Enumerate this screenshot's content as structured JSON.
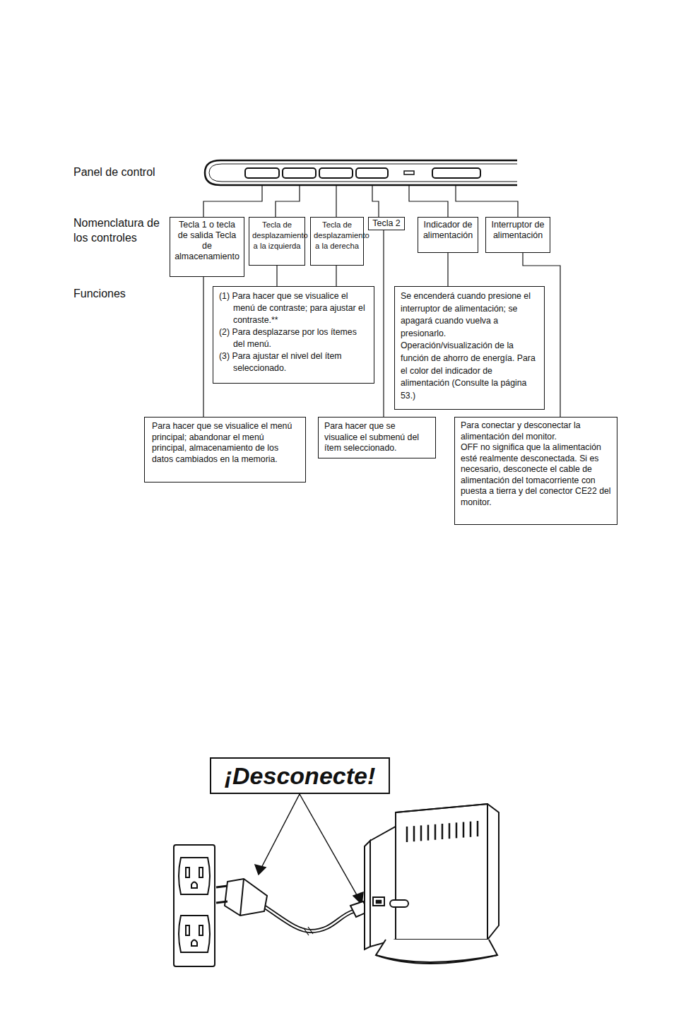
{
  "diagram": {
    "nodes": [
      {
        "text": [
          "Tecla 1 o tecla de salida Tecla de almacenamiento"
        ]
      },
      {
        "text": [
          "Tecla de desplazamiento a la izquierda"
        ]
      },
      {
        "text": [
          "Tecla de desplazamiento a la derecha"
        ]
      },
      {
        "text": [
          "Tecla 2"
        ]
      },
      {
        "text": [
          "Indicador de alimentación"
        ]
      },
      {
        "text": [
          "Interruptor de alimentación"
        ]
      },
      {
        "text": [
          "(1) Para hacer que se visualice el menú de contraste; para ajustar el contraste.**",
          "(2) Para desplazarse por los ítemes del menú.",
          "(3) Para ajustar el nivel del ítem seleccionado."
        ]
      },
      {
        "text": [
          "Se encenderá cuando presione el interruptor de alimentación; se apagará cuando vuelva a presionarlo. Operación/visualización de la función de ahorro de energía. Para el color del indicador de alimentación (Consulte la página 53.)"
        ]
      },
      {
        "text": [
          "Para hacer que se visualice el menú principal; abandonar el menú principal, almacenamiento de los datos cambiados en la memoria."
        ]
      },
      {
        "text": [
          "Para hacer que se visualice el submenú del ítem seleccionado."
        ]
      },
      {
        "text": [
          "Para conectar y desconectar la alimentación del monitor.",
          "OFF no significa que la alimentación esté realmente desconectada. Si es necesario, desconecte el cable de alimentación del tomacorriente con puesta a tierra y del conector CE22 del monitor."
        ]
      },
      {
        "text": [
          "¡Desconecte!"
        ]
      }
    ],
    "edges": [
      {
        "from": 1,
        "to": 6,
        "arrow": "none"
      },
      {
        "from": 2,
        "to": 6,
        "arrow": "none"
      },
      {
        "from": 4,
        "to": 7,
        "arrow": "none"
      },
      {
        "from": 0,
        "to": 8,
        "arrow": "none"
      },
      {
        "from": 3,
        "to": 9,
        "arrow": "none"
      },
      {
        "from": 5,
        "to": 10,
        "arrow": "none"
      }
    ],
    "labels": [
      "Panel de control",
      "Nomenclatura de los controles",
      "Funciones"
    ]
  }
}
